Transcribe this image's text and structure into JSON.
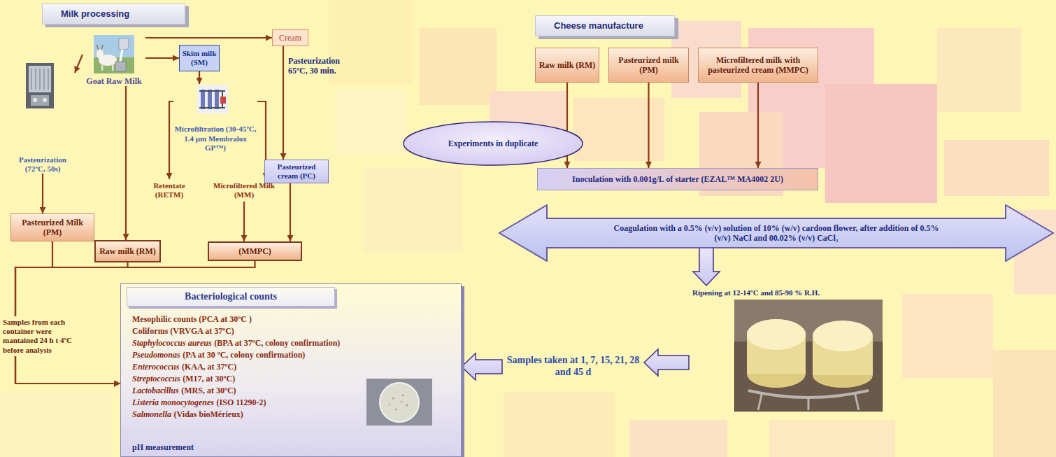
{
  "diagram": {
    "nodes": [
      {
        "text": [
          "Milk processing"
        ]
      },
      {
        "text": [
          "Goat Raw Milk"
        ]
      },
      {
        "text": [
          "Cream"
        ]
      },
      {
        "text": [
          "Skim milk (SM)"
        ]
      },
      {
        "text": [
          "Microfiltration (30-45ºC, 1.4 µm Membralox GP™)"
        ]
      },
      {
        "text": [
          "Pasteurization (72ºC, 50s)"
        ]
      },
      {
        "text": [
          "Pasteurized cream (PC)"
        ]
      },
      {
        "text": [
          "Retentate (RETM)"
        ]
      },
      {
        "text": [
          "Microfiltered Milk (MM)"
        ]
      },
      {
        "text": [
          "Pasteurized Milk (PM)"
        ]
      },
      {
        "text": [
          "Raw milk (RM)"
        ]
      },
      {
        "text": [
          "(MMPC)"
        ]
      },
      {
        "text": [
          "Bacteriological counts",
          "Mesophilic counts (PCA at 30ºC )",
          "Coliforms (VRVGA at 37ºC)",
          "Staphylococcus aureus",
          "(BPA at 37ºC, colony confirmation)",
          "Pseudomonas",
          "(PA at 30 ºC, colony confirmation)",
          "Enterococcus",
          "(KAA, at 37ºC)",
          "Streptococcus",
          "(M17, at 30ºC)",
          "Lactobacillus",
          "(MRS, at 30ºC)",
          "Listeria monocytogenes",
          "(ISO 11290-2)",
          "Salmonella",
          "(Vidas bioMérieux)",
          "pH measurement"
        ]
      },
      {
        "text": [
          "Cheese manufacture"
        ]
      },
      {
        "text": [
          "Raw milk (RM)"
        ]
      },
      {
        "text": [
          "Pasteurized milk (PM)"
        ]
      },
      {
        "text": [
          "Microfiltered milk with pasteurized cream (MMPC)"
        ]
      },
      {
        "text": [
          "Experiments in duplicate"
        ]
      },
      {
        "text": [
          "Inoculation with 0.001g/L of starter (EZAL™ MA4002 2U)"
        ]
      },
      {
        "text": [
          "Coagulation with a 0.5% (v/v) solution of 10% (w/v) cardoon flower, after addition of 0.5% (v/v) NaCl and 00.02% (v/v) CaCl₂"
        ]
      },
      {
        "text": [
          "Ripening at 12-14ºC and 85-90 % R.H."
        ]
      },
      {
        "text": [
          "Samples taken at 1, 7, 15, 21, 28 and 45 d"
        ]
      }
    ],
    "edges": [
      {
        "from": 1,
        "to": 2,
        "arrow": "to"
      },
      {
        "from": 1,
        "to": 3,
        "arrow": "to"
      },
      {
        "from": 3,
        "to": 4,
        "arrow": "to"
      },
      {
        "from": 2,
        "to": 6,
        "arrow": "to"
      },
      {
        "from": 1,
        "to": 5,
        "arrow": "to"
      },
      {
        "from": 5,
        "to": 9,
        "arrow": "to"
      },
      {
        "from": 1,
        "to": 10,
        "arrow": "to"
      },
      {
        "from": 4,
        "to": 7,
        "arrow": "to"
      },
      {
        "from": 4,
        "to": 8,
        "arrow": "to"
      },
      {
        "from": 8,
        "to": 11,
        "arrow": "to"
      },
      {
        "from": 6,
        "to": 11,
        "arrow": "to"
      },
      {
        "from": 9,
        "to": 12,
        "arrow": "to"
      },
      {
        "from": 10,
        "to": 12,
        "arrow": "to"
      },
      {
        "from": 11,
        "to": 12,
        "arrow": "to"
      },
      {
        "from": 14,
        "to": 18,
        "arrow": "to"
      },
      {
        "from": 15,
        "to": 18,
        "arrow": "to"
      },
      {
        "from": 16,
        "to": 18,
        "arrow": "to"
      },
      {
        "from": 19,
        "to": 20,
        "arrow": "to"
      },
      {
        "from": 20,
        "to": 21,
        "arrow": "to"
      },
      {
        "from": 21,
        "to": 12,
        "arrow": "to"
      }
    ],
    "labels": [
      "Pasteurization 65ºC, 30 min.",
      "Samples from each container were mantained 24 h t 4ºC before analysis"
    ]
  }
}
